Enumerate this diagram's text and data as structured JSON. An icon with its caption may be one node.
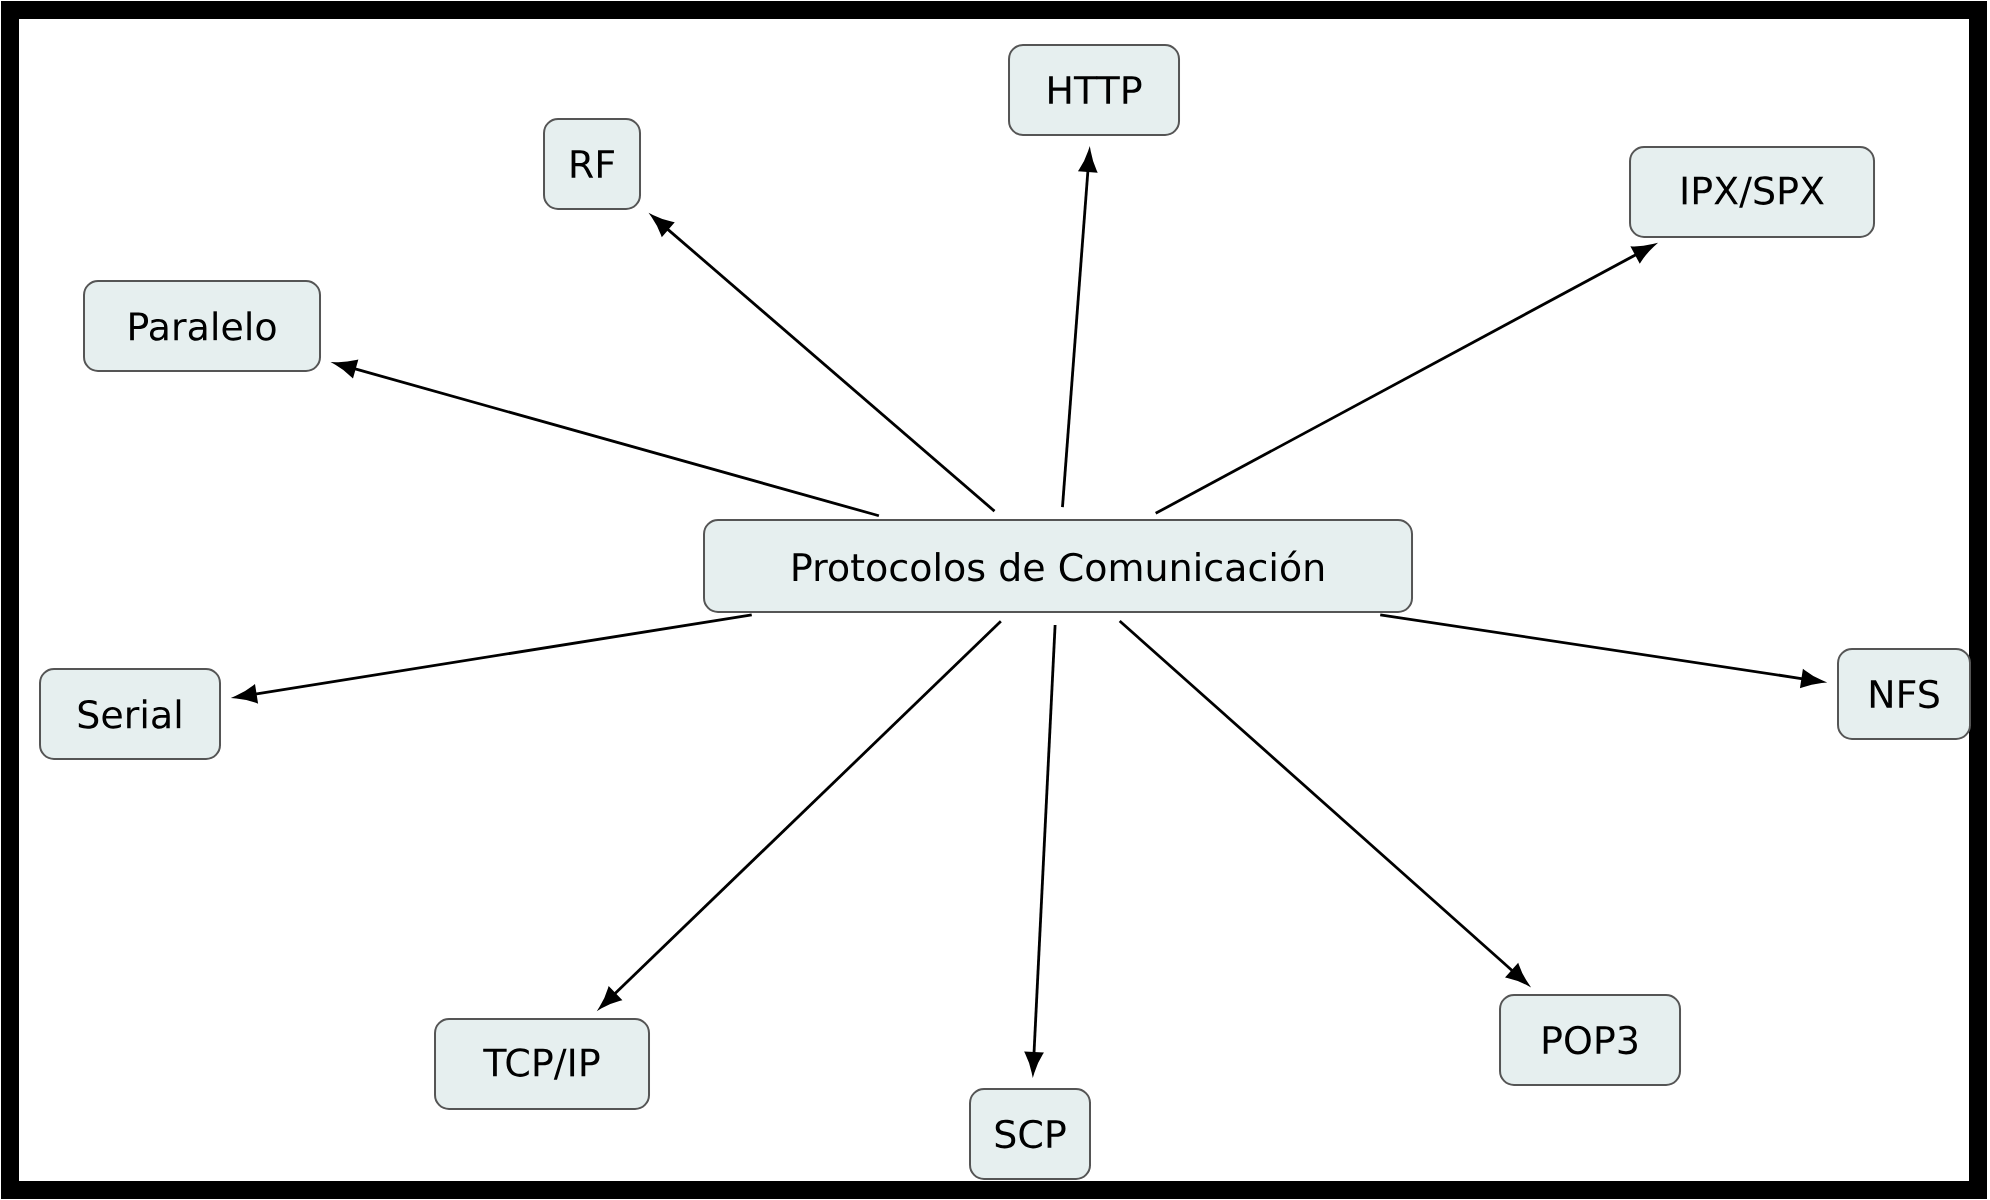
{
  "diagram": {
    "nodes": [
      {
        "text": [
          "HTTP"
        ]
      },
      {
        "text": [
          "RF"
        ]
      },
      {
        "text": [
          "IPX/SPX"
        ]
      },
      {
        "text": [
          "Paralelo"
        ]
      },
      {
        "text": [
          "Protocolos de Comunicación"
        ]
      },
      {
        "text": [
          "NFS"
        ]
      },
      {
        "text": [
          "Serial"
        ]
      },
      {
        "text": [
          "POP3"
        ]
      },
      {
        "text": [
          "TCP/IP"
        ]
      },
      {
        "text": [
          "SCP"
        ]
      }
    ],
    "edges": [
      {
        "from": 4,
        "to": 0,
        "arrow": "to"
      },
      {
        "from": 4,
        "to": 1,
        "arrow": "to"
      },
      {
        "from": 4,
        "to": 2,
        "arrow": "to"
      },
      {
        "from": 4,
        "to": 3,
        "arrow": "to"
      },
      {
        "from": 4,
        "to": 5,
        "arrow": "to"
      },
      {
        "from": 4,
        "to": 6,
        "arrow": "to"
      },
      {
        "from": 4,
        "to": 7,
        "arrow": "to"
      },
      {
        "from": 4,
        "to": 8,
        "arrow": "to"
      },
      {
        "from": 4,
        "to": 9,
        "arrow": "to"
      }
    ]
  }
}
